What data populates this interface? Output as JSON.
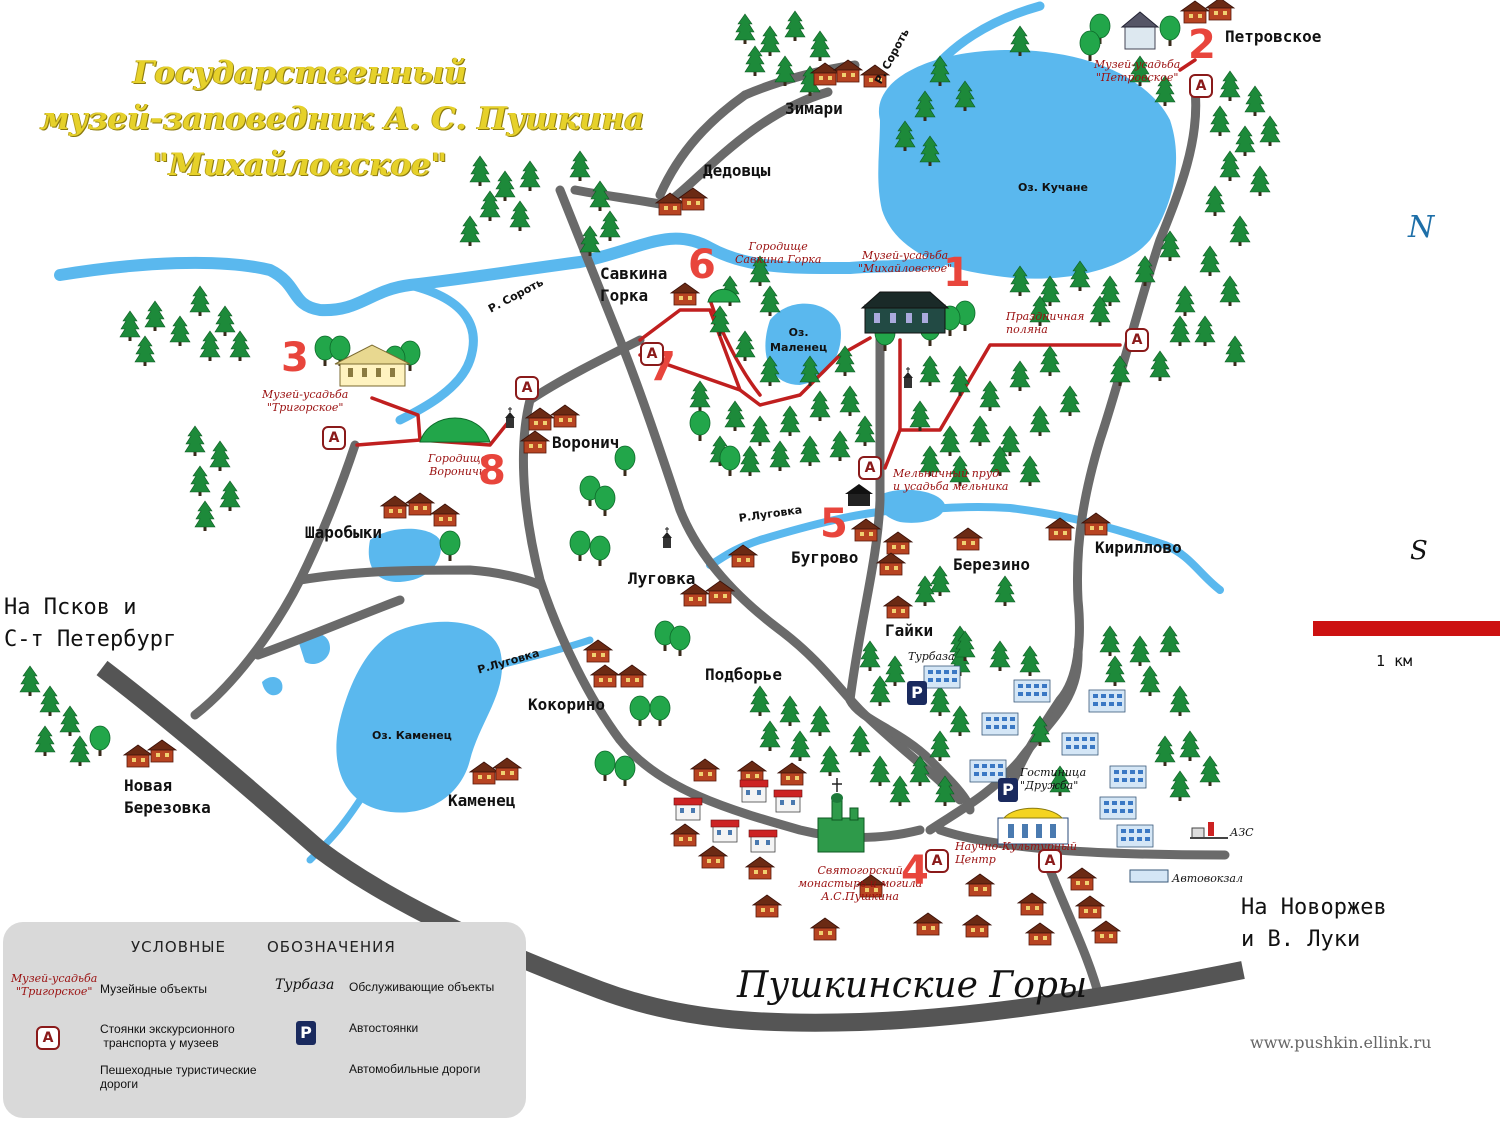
{
  "title": "Государственный\nмузей-заповедник А. С. Пушкина\n\"Михайловское\"",
  "compass": {
    "north": "N",
    "south": "S"
  },
  "scale": {
    "label": "1 км",
    "color": "#cc1111"
  },
  "directions": {
    "pskov": "На Псков и\nС-т Петербург",
    "novorzhev": "На Новоржев\nи В. Луки"
  },
  "city": "Пушкинские Горы",
  "website": "www.pushkin.ellink.ru",
  "villages": {
    "petrovskoe": "Петровское",
    "zimari": "Зимари",
    "dedovtsy": "Дедовцы",
    "savkina_gorka": "Савкина\nГорка",
    "voronich": "Воронич",
    "sharobyki": "Шаробыки",
    "lugovka": "Луговка",
    "bugrovo": "Бугрово",
    "berezino": "Березино",
    "kirillovo": "Кириллово",
    "gaiki": "Гайки",
    "podborie": "Подборье",
    "kokorino": "Кокорино",
    "novaya_berezovka": "Новая\nБерезовка",
    "kamenets": "Каменец"
  },
  "rivers": {
    "sorot_north": "Р. Сороть",
    "sorot_west": "Р. Сороть",
    "lugovka_east": "Р.Луговка",
    "lugovka_west": "Р.Луговка"
  },
  "lakes": {
    "kuchane": "Оз. Кучане",
    "malenets": "Оз.\nМаленец",
    "kamenets": "Оз. Каменец"
  },
  "museum_objects": {
    "petrovskoe": "Музей-усадьба\n\"Петровское\"",
    "mikhailovskoe": "Музей-усадьба\n\"Михайловское\"",
    "savkina": "Городище\nСавкина Горка",
    "trigorskoe": "Музей-усадьба\n\"Тригорское\"",
    "voronich": "Городище\nВороничи",
    "prazdnichnaya": "Праздничная\nполяна",
    "mill": "Мельничный пруд\nи усадьба мельника",
    "svyatogorsky": "Святогорский\nмонастырь и могила\nА.С.Пушкина",
    "centre": "Научно-Культурный\nЦентр"
  },
  "services": {
    "turbaza": "Турбаза",
    "hotel": "Гостиница\n\"Дружба\"",
    "azs": "АЗС",
    "bus": "Автовокзал"
  },
  "numbers": [
    "1",
    "2",
    "3",
    "4",
    "5",
    "6",
    "7",
    "8"
  ],
  "bus_stop_symbol": "A",
  "parking_symbol": "P",
  "legend": {
    "heading_left": "УСЛОВНЫЕ",
    "heading_right": "ОБОЗНАЧЕНИЯ",
    "museum_sample": "Музей-усадьба\n\"Тригорское\"",
    "museum_text": "Музейные объекты",
    "service_sample": "Турбаза",
    "service_text": "Обслуживающие объекты",
    "bus_text": "Стоянки экскурсионного\n транспорта у музеев",
    "parking_text": "Автостоянки",
    "path_text": "Пешеходные туристические\nдороги",
    "road_text": "Автомобильные дороги"
  },
  "colors": {
    "water": "#5ab8ee",
    "road": "#6a6a6a",
    "highway": "#555555",
    "footpath": "#c01f1f",
    "tree": "#1d8a3a",
    "number": "#e8453c",
    "title": "#e6d12a"
  }
}
